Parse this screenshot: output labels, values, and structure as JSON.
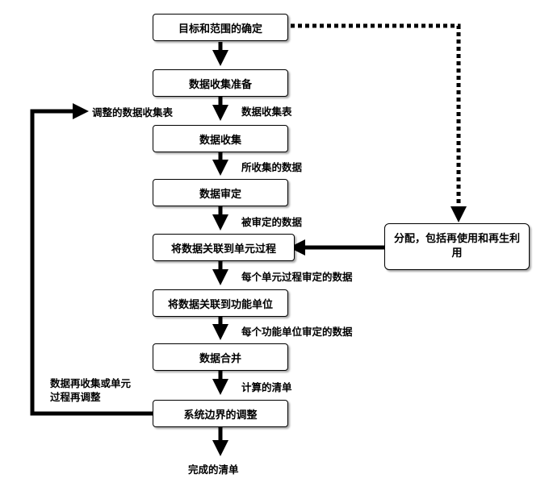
{
  "boxes": {
    "b1": "目标和范围的确定",
    "b2": "数据收集准备",
    "b3": "数据收集",
    "b4": "数据审定",
    "b5": "将数据关联到单元过程",
    "b6": "将数据关联到功能单位",
    "b7": "数据合并",
    "b8": "系统边界的调整",
    "side": "分配，包括再使用和再生利用"
  },
  "labels": {
    "l1": "数据收集表",
    "l2": "所收集的数据",
    "l3": "被审定的数据",
    "l4": "每个单元过程审定的数据",
    "l5": "每个功能单位审定的数据",
    "l6": "计算的清单",
    "l7": "完成的清单",
    "feedback_top": "调整的数据收集表",
    "feedback_bottom": "数据再收集或单元过程再调整"
  }
}
